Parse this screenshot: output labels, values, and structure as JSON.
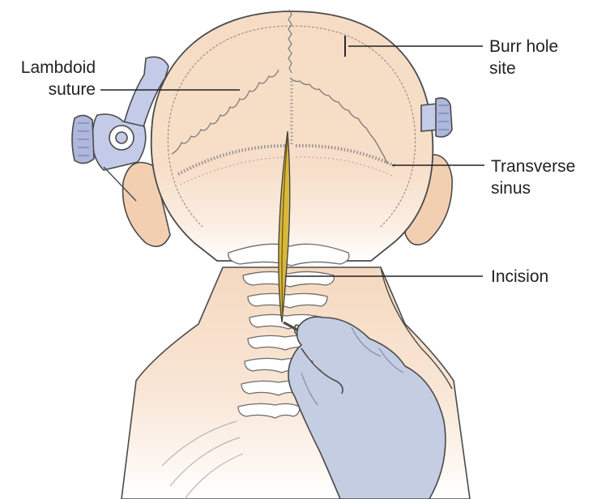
{
  "labels": {
    "lambdoid": {
      "line1": "Lambdoid",
      "line2": "suture"
    },
    "burr": {
      "line1": "Burr hole",
      "line2": "site"
    },
    "transverse": {
      "line1": "Transverse",
      "line2": "sinus"
    },
    "incision": {
      "line1": "Incision"
    }
  },
  "colors": {
    "skin": "#f6dcc4",
    "skin_shadow": "#e9c4a4",
    "outline": "#4a4a4a",
    "glove": "#c4cde2",
    "glove_shadow": "#9aa6c4",
    "clamp": "#c3cbe8",
    "incision": "#d8b83c",
    "bone": "#ffffff"
  }
}
